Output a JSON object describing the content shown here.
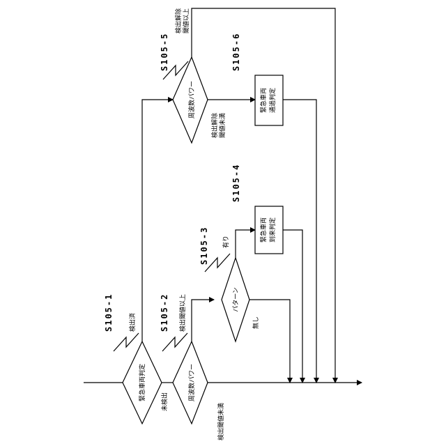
{
  "steps": {
    "s1": {
      "id": "S105-1",
      "text": "緊急車両判定",
      "yes": "検出済",
      "no": "未検出"
    },
    "s2": {
      "id": "S105-2",
      "text": "周波数パワー",
      "yes": "検出閾値以上",
      "no": "検出閾値未満"
    },
    "s3": {
      "id": "S105-3",
      "text": "パターン",
      "yes": "有り",
      "no": "無し"
    },
    "s4": {
      "id": "S105-4",
      "line1": "緊急車両",
      "line2": "到来判定"
    },
    "s5": {
      "id": "S105-5",
      "text": "周波数パワー",
      "yes_line1": "検出解除",
      "yes_line2": "閾値以上",
      "no_line1": "検出解除",
      "no_line2": "閾値未満"
    },
    "s6": {
      "id": "S105-6",
      "line1": "緊急車両",
      "line2": "通過判定"
    }
  }
}
